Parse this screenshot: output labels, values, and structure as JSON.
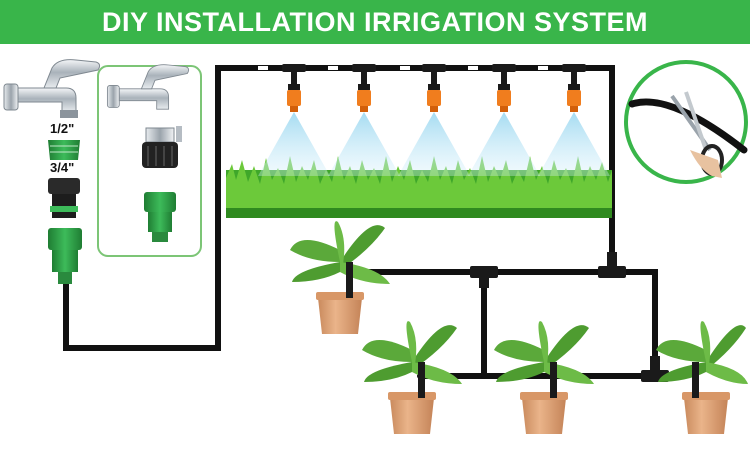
{
  "banner": {
    "title": "DIY INSTALLATION IRRIGATION SYSTEM",
    "background": "#39b54a",
    "text_color": "#ffffff"
  },
  "labels": {
    "thread_half": "1/2\"",
    "thread_three_quarter": "3/4\""
  },
  "colors": {
    "connector_green": "#2e9e48",
    "tube": "#111111",
    "nozzle_orange": "#f07d1e",
    "pot": "#e0a476",
    "grass": "#43b02a",
    "spray": "#9ad7f0",
    "highlight_border": "#7cc576"
  },
  "icons": [
    "faucet-icon",
    "threaded-adapter-icon",
    "quick-connector-icon",
    "universal-tap-adapter-icon",
    "tee-connector-icon",
    "mist-nozzle-icon",
    "drip-stake-icon",
    "potted-plant-icon",
    "scissors-icon"
  ],
  "scene": {
    "mist_nozzle_count": 5,
    "potted_plant_count": 4
  }
}
